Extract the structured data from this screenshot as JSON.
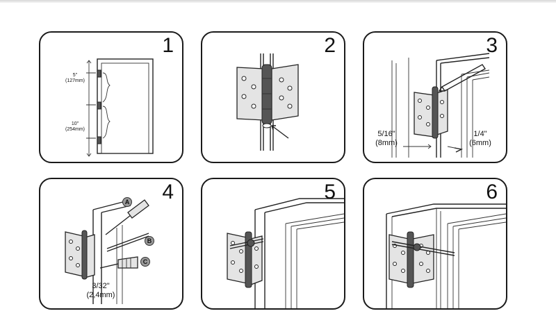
{
  "steps": [
    {
      "number": "1"
    },
    {
      "number": "2"
    },
    {
      "number": "3"
    },
    {
      "number": "4"
    },
    {
      "number": "5"
    },
    {
      "number": "6"
    }
  ],
  "labels": {
    "top_spacing": "5\"",
    "top_spacing_mm": "(127mm)",
    "mid_spacing": "10\"",
    "mid_spacing_mm": "(254mm)",
    "left_depth": "5/16\"",
    "left_depth_mm": "(8mm)",
    "right_depth": "1/4\"",
    "right_depth_mm": "(6mm)",
    "drill_size": "3/32\"",
    "drill_size_mm": "(2,4mm)",
    "tool_a": "A",
    "tool_b": "B",
    "tool_c": "C"
  }
}
